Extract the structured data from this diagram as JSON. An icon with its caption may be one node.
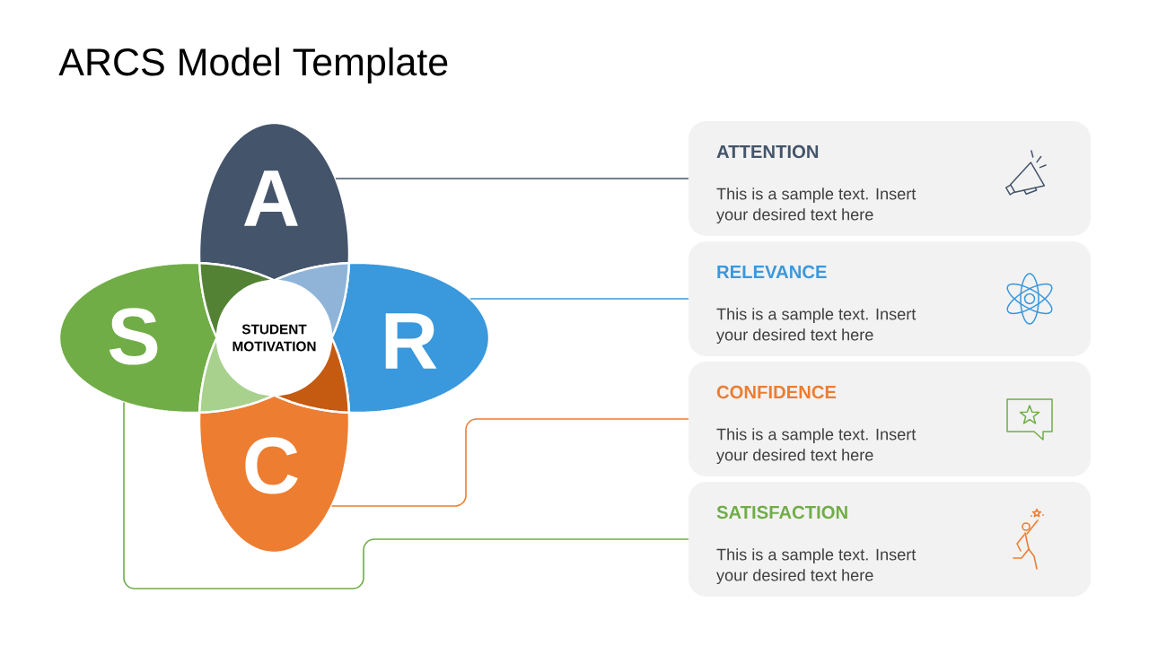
{
  "diagram": {
    "title": "ARCS Model Template",
    "nodes": [
      {
        "text": [
          "A"
        ]
      },
      {
        "text": [
          "R"
        ]
      },
      {
        "text": [
          "C"
        ]
      },
      {
        "text": [
          "S"
        ]
      },
      {
        "text": [
          "STUDENT MOTIVATION"
        ]
      },
      {
        "text": [
          "ATTENTION",
          "This is a sample text. Insert your desired text here"
        ]
      },
      {
        "text": [
          "RELEVANCE",
          "This is a sample text. Insert your desired text here"
        ]
      },
      {
        "text": [
          "CONFIDENCE",
          "This is a sample text. Insert your desired text here"
        ]
      },
      {
        "text": [
          "SATISFACTION",
          "This is a sample text. Insert your desired text here"
        ]
      }
    ],
    "edges": [
      {
        "from": 0,
        "to": 5,
        "arrow": "none",
        "color": "#44546a"
      },
      {
        "from": 1,
        "to": 6,
        "arrow": "none",
        "color": "#3a98dc"
      },
      {
        "from": 2,
        "to": 7,
        "arrow": "none",
        "color": "#ed7d31"
      },
      {
        "from": 3,
        "to": 8,
        "arrow": "none",
        "color": "#70ad47"
      }
    ]
  }
}
